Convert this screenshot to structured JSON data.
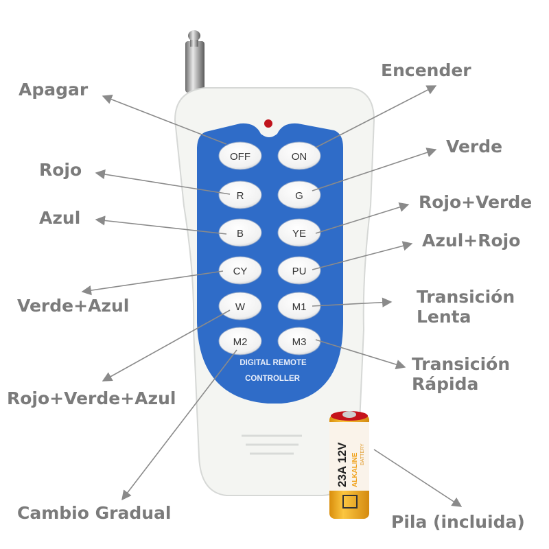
{
  "colors": {
    "label": "#7b7b7b",
    "panel": "#2f6cc8",
    "body": "#f4f5f2",
    "led": "#c0141c",
    "battery": "#f5b323"
  },
  "remote": {
    "buttons": [
      "OFF",
      "ON",
      "R",
      "G",
      "B",
      "YE",
      "CY",
      "PU",
      "W",
      "M1",
      "M2",
      "M3"
    ],
    "panel_text_1": "DIGITAL REMOTE",
    "panel_text_2": "CONTROLLER"
  },
  "battery": {
    "model": "23A 12V",
    "type": "ALKALINE",
    "sub": "BATTERY"
  },
  "labels": {
    "apagar": "Apagar",
    "encender": "Encender",
    "verde": "Verde",
    "rojo": "Rojo",
    "rojo_verde": "Rojo+Verde",
    "azul": "Azul",
    "azul_rojo": "Azul+Rojo",
    "verde_azul": "Verde+Azul",
    "transicion_lenta_1": "Transición",
    "transicion_lenta_2": "Lenta",
    "rojo_verde_azul": "Rojo+Verde+Azul",
    "transicion_rapida_1": "Transición",
    "transicion_rapida_2": "Rápida",
    "cambio_gradual": "Cambio Gradual",
    "pila": "Pila (incluida)"
  }
}
